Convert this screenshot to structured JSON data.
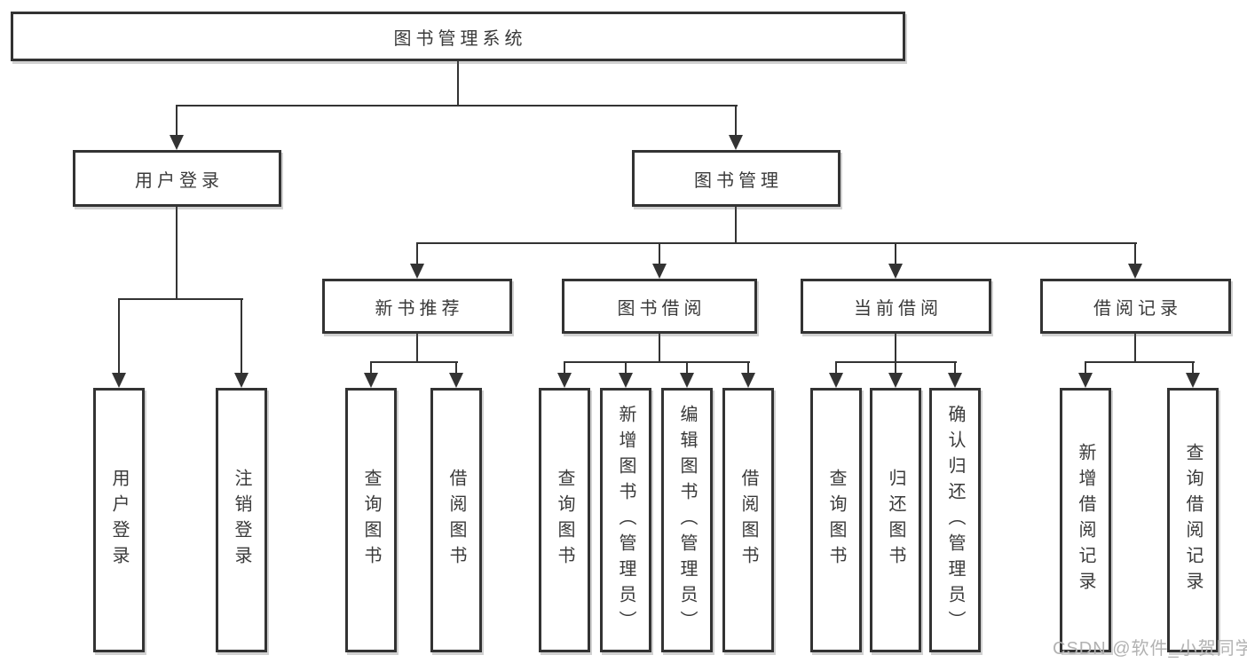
{
  "palette": {
    "line": "#333333",
    "box_border": "#333333",
    "box_fill": "#ffffff",
    "text": "#3a3a3a",
    "watermark": "#b2b2b2",
    "background": "#ffffff"
  },
  "watermark": "CSDN @软件_小贺同学",
  "tree": {
    "label": "图书管理系统",
    "children": [
      {
        "label": "用户登录",
        "children": [
          {
            "label": "用户登录"
          },
          {
            "label": "注销登录"
          }
        ]
      },
      {
        "label": "图书管理",
        "children": [
          {
            "label": "新书推荐",
            "children": [
              {
                "label": "查询图书"
              },
              {
                "label": "借阅图书"
              }
            ]
          },
          {
            "label": "图书借阅",
            "children": [
              {
                "label": "查询图书"
              },
              {
                "label": "新增图书（管理员）"
              },
              {
                "label": "编辑图书（管理员）"
              },
              {
                "label": "借阅图书"
              }
            ]
          },
          {
            "label": "当前借阅",
            "children": [
              {
                "label": "查询图书"
              },
              {
                "label": "归还图书"
              },
              {
                "label": "确认归还（管理员）"
              }
            ]
          },
          {
            "label": "借阅记录",
            "children": [
              {
                "label": "新增借阅记录"
              },
              {
                "label": "查询借阅记录"
              }
            ]
          }
        ]
      }
    ]
  }
}
